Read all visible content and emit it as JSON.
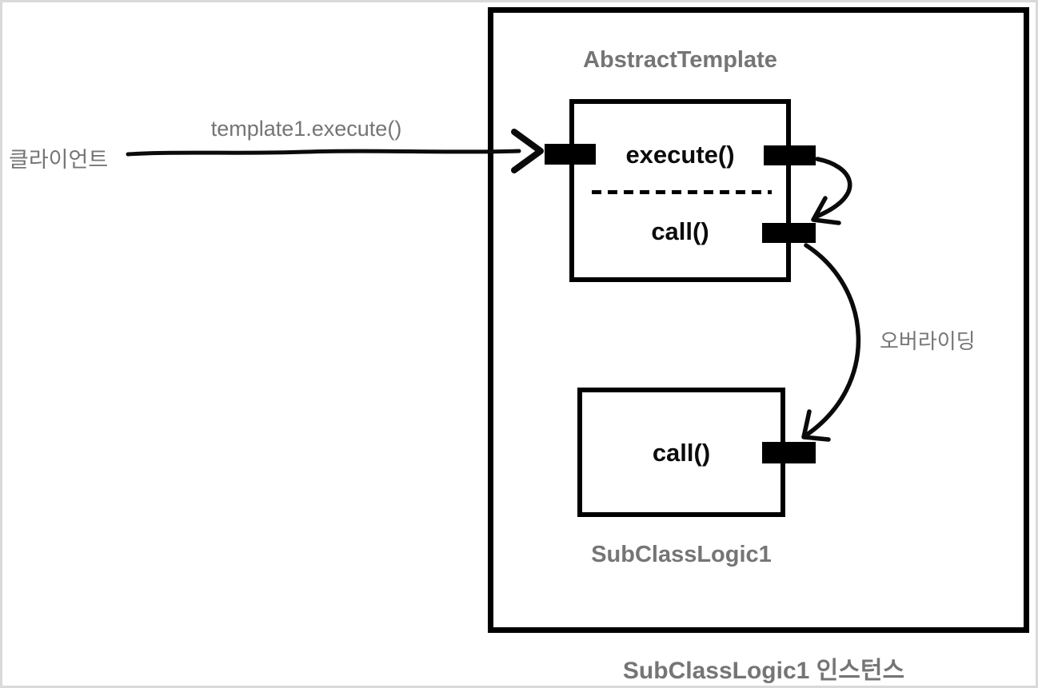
{
  "page": {
    "client_label": "클라이언트",
    "call_arrow_label": "template1.execute()",
    "overriding_label": "오버라이딩",
    "instance_caption": "SubClassLogic1 인스턴스"
  },
  "abstract_template": {
    "title": "AbstractTemplate",
    "method_execute": "execute()",
    "method_call": "call()"
  },
  "subclass": {
    "title": "SubClassLogic1",
    "method_call": "call()"
  },
  "icons": {
    "client_call_arrow": "right-arrow",
    "self_call_arrow": "curved-down-arrow",
    "overriding_arrow": "curved-down-arrow"
  },
  "colors": {
    "box_border": "#000000",
    "port_fill": "#000000",
    "arrow_stroke": "#0b0b0b",
    "gray_text": "#757575",
    "method_text": "#0b0b0b",
    "page_frame": "#d9d9d9",
    "background": "#ffffff"
  }
}
